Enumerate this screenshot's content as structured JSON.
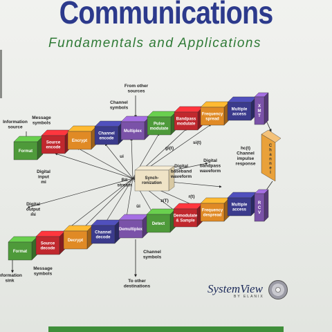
{
  "title": "Communications",
  "subtitle": "Fundamentals and Applications",
  "logo": {
    "name": "SystemView",
    "sub": "BY ELANIX"
  },
  "colors": {
    "title": "#2c3a8c",
    "subtitle": "#2f7a36"
  },
  "tx_blocks": [
    {
      "label": "Format",
      "color": "#4e9a3a"
    },
    {
      "label": "Source\nencode",
      "color": "#c0282e"
    },
    {
      "label": "Encrypt",
      "color": "#e08a25"
    },
    {
      "label": "Channel\nencode",
      "color": "#3b3b8c"
    },
    {
      "label": "Multiplex",
      "color": "#7a52a8"
    },
    {
      "label": "Pulse\nmodulate",
      "color": "#4e9a3a"
    },
    {
      "label": "Bandpass\nmodulate",
      "color": "#c0282e"
    },
    {
      "label": "Frequency\nspread",
      "color": "#e08a25"
    },
    {
      "label": "Multiple\naccess",
      "color": "#3b3b8c"
    },
    {
      "label": "XMT",
      "color": "#7a52a8"
    }
  ],
  "rx_blocks": [
    {
      "label": "Format",
      "color": "#4e9a3a"
    },
    {
      "label": "Source\ndecode",
      "color": "#c0282e"
    },
    {
      "label": "Decrypt",
      "color": "#e08a25"
    },
    {
      "label": "Channel\ndecode",
      "color": "#3b3b8c"
    },
    {
      "label": "Demultiplex",
      "color": "#7a52a8"
    },
    {
      "label": "Detect",
      "color": "#4e9a3a"
    },
    {
      "label": "Demodulate\n& Sample",
      "color": "#c0282e"
    },
    {
      "label": "Frequency\ndespread",
      "color": "#e08a25"
    },
    {
      "label": "Multiple\naccess",
      "color": "#3b3b8c"
    },
    {
      "label": "RCV",
      "color": "#7a52a8"
    }
  ],
  "sync_label": "Synch-\nronization",
  "channel_label": "Channel",
  "labels": [
    {
      "text": "Information\nsource"
    },
    {
      "text": "Message\nsymbols"
    },
    {
      "text": "From other\nsources"
    },
    {
      "text": "Channel\nsymbols"
    },
    {
      "text": "Digital\ninput\nmi"
    },
    {
      "text": "ui"
    },
    {
      "text": "gi(t)"
    },
    {
      "text": "si(t)"
    },
    {
      "text": "hc(t)\nChannel\nimpulse\nresponse"
    },
    {
      "text": "Bit\nstream"
    },
    {
      "text": "Digital\nbaseband\nwaveform"
    },
    {
      "text": "Digital\nbandpass\nwaveform"
    },
    {
      "text": "Digital\noutput\nm̂i"
    },
    {
      "text": "ûi"
    },
    {
      "text": "z(T)"
    },
    {
      "text": "r(t)"
    },
    {
      "text": "Channel\nsymbols"
    },
    {
      "text": "Message\nsymbols"
    },
    {
      "text": "Information\nsink"
    },
    {
      "text": "To other\ndestinations"
    }
  ]
}
